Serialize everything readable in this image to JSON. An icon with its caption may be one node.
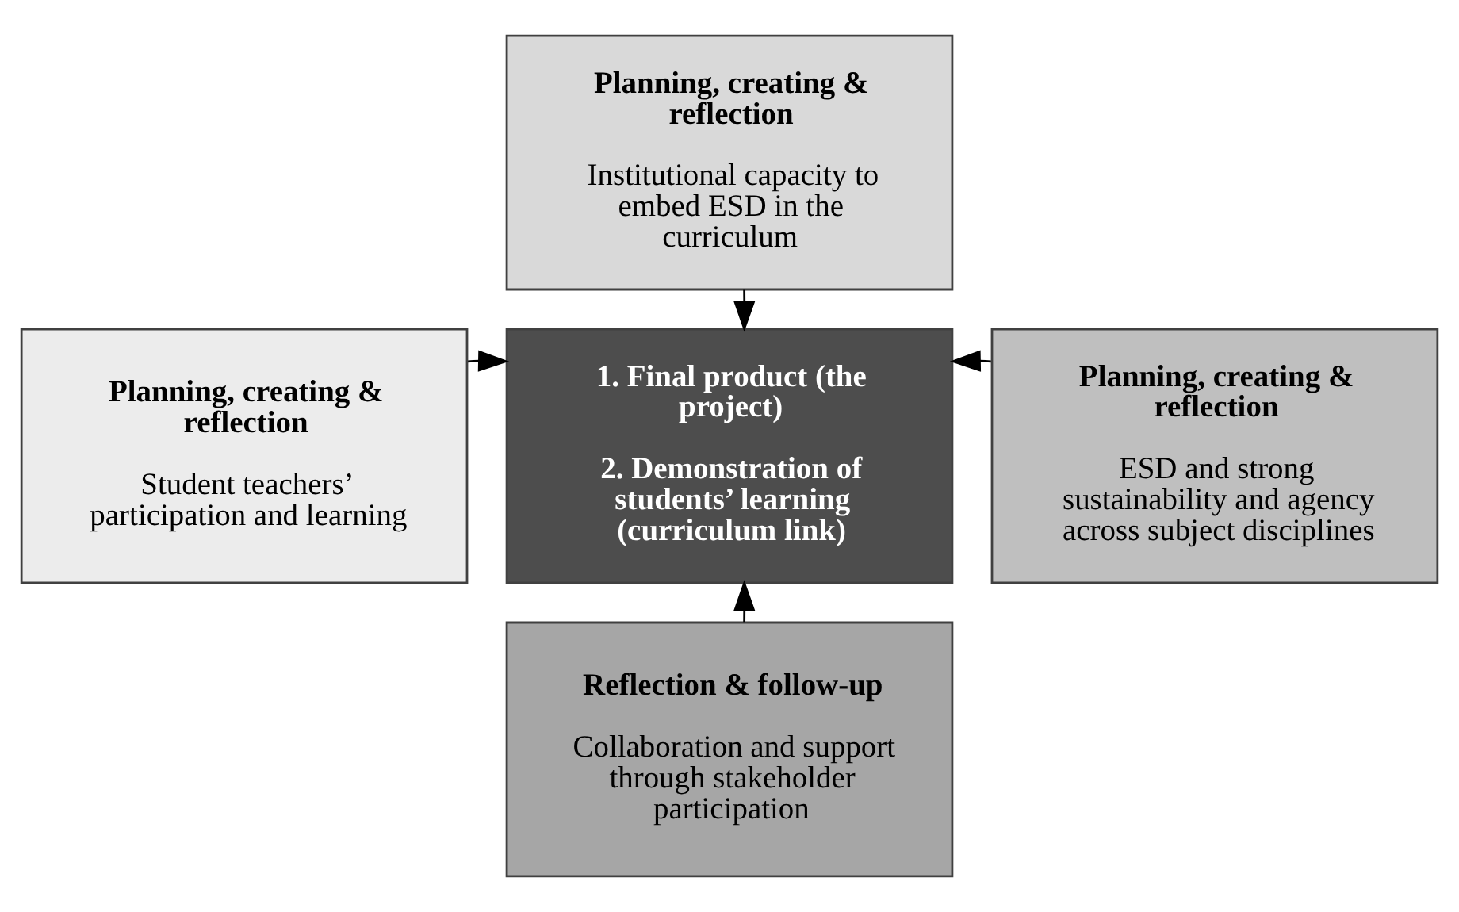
{
  "diagram": {
    "nodes": [
      {
        "text": [
          "1. Final product (the project)",
          "2. Demonstration of students’ learning (curriculum link)"
        ]
      },
      {
        "text": [
          "Planning, creating & reflection",
          "Institutional capacity to embed ESD in the curriculum"
        ]
      },
      {
        "text": [
          "Planning, creating & reflection",
          "Student teachers’ participation and learning"
        ]
      },
      {
        "text": [
          "Planning, creating & reflection",
          "ESD and strong sustainability and agency across subject disciplines"
        ]
      },
      {
        "text": [
          "Reflection & follow-up",
          "Collaboration and support through stakeholder participation"
        ]
      }
    ],
    "edges": [
      {
        "from": 1,
        "to": 0,
        "arrow": "to"
      },
      {
        "from": 2,
        "to": 0,
        "arrow": "to"
      },
      {
        "from": 3,
        "to": 0,
        "arrow": "to"
      },
      {
        "from": 4,
        "to": 0,
        "arrow": "to"
      }
    ]
  }
}
